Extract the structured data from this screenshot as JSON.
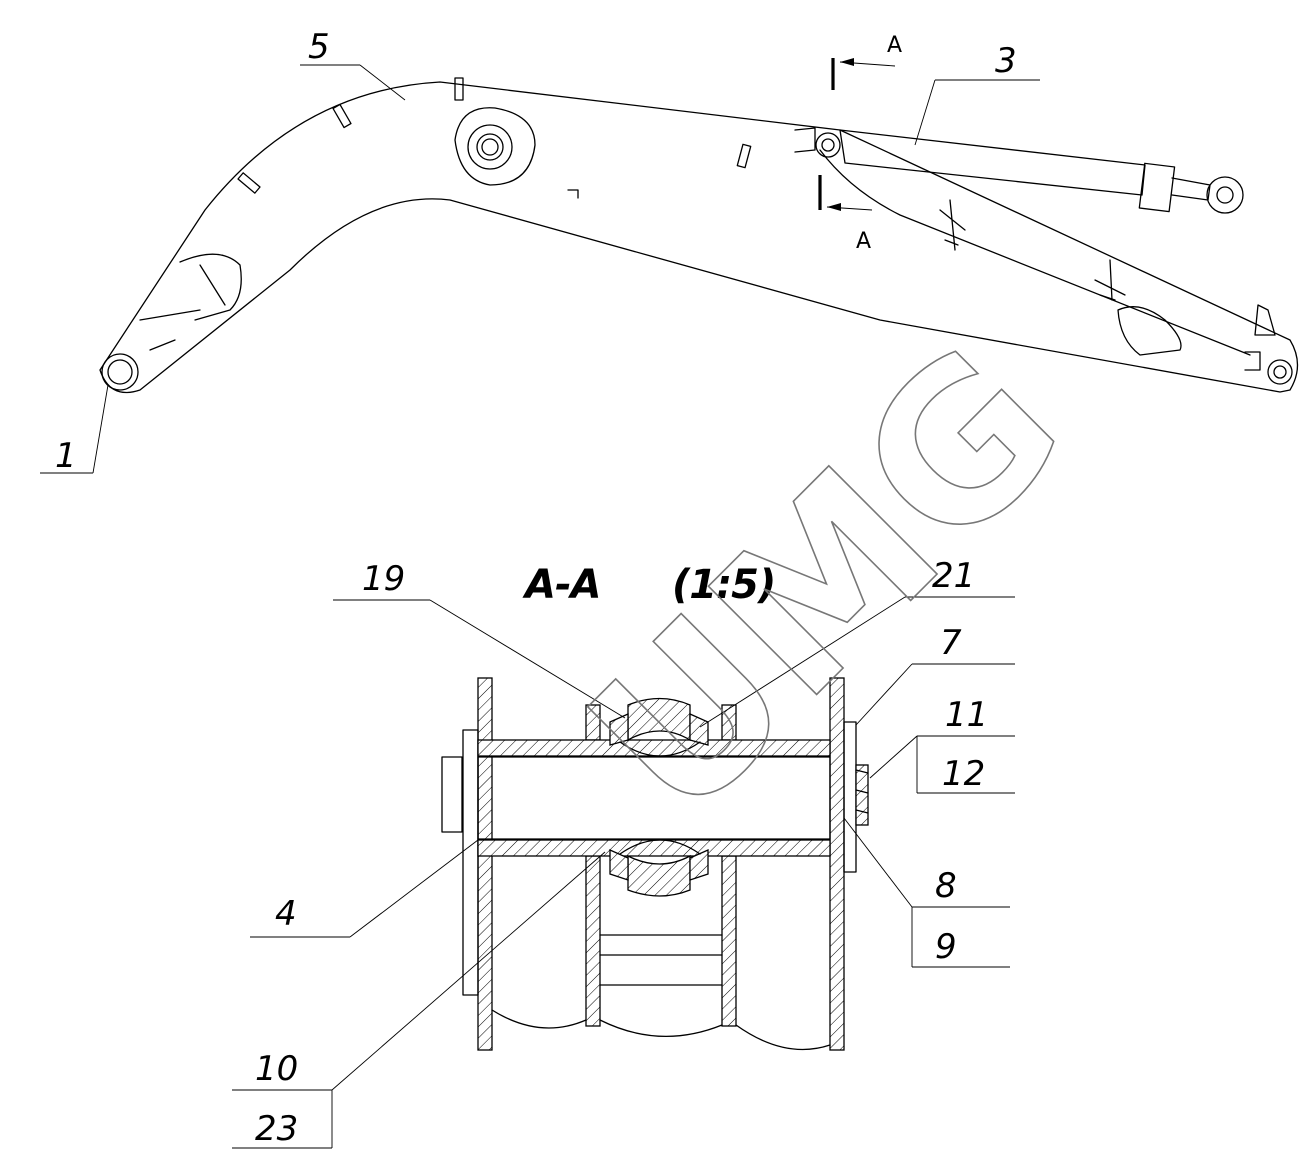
{
  "section_title": "A-A",
  "section_scale": "(1:5)",
  "section_marks": {
    "top": "A",
    "bottom": "A"
  },
  "watermark": "UMG",
  "callouts": {
    "c1": "1",
    "c3": "3",
    "c5": "5",
    "c19": "19",
    "c21": "21",
    "c7": "7",
    "c11": "11",
    "c12": "12",
    "c8": "8",
    "c9": "9",
    "c4": "4",
    "c10": "10",
    "c23": "23"
  },
  "colors": {
    "line": "#000000",
    "background": "#ffffff",
    "watermark": "#777777"
  }
}
